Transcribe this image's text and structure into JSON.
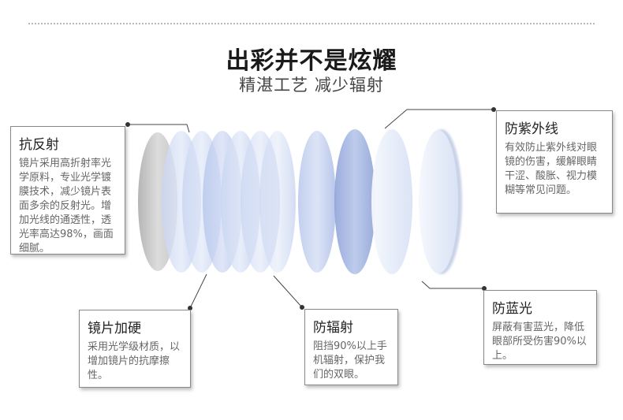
{
  "header": {
    "title": "出彩并不是炫耀",
    "subtitle": "精湛工艺  减少辐射"
  },
  "callouts": {
    "anti_reflection": {
      "title": "抗反射",
      "body": "镜片采用高折射率光学原料，专业光学镀膜技术，减少镜片表面多余的反射光。增加光线的通透性，透光率高达98%，画面细腻。"
    },
    "uv": {
      "title": "防紫外线",
      "body": "有效防止紫外线对眼镜的伤害，缓解眼睛干涩、酸胀、视力模糊等常见问题。"
    },
    "hardening": {
      "title": "镜片加硬",
      "body": "采用光学级材质，以增加镜片的抗摩擦性。"
    },
    "radiation": {
      "title": "防辐射",
      "body": "阻挡90%以上手机辐射，保护我们的双眼。"
    },
    "blue_light": {
      "title": "防蓝光",
      "body": "屏蔽有害蓝光，降低眼部所受伤害90%以上。"
    }
  },
  "colors": {
    "background": "#ffffff",
    "border": "#888888",
    "title": "#1a1a1a",
    "line": "#444444",
    "lens_grey": "#c9c9c9",
    "lens_blue": "#aebfe6",
    "lens_deep_blue": "#98abdc",
    "lens_clear": "#eef3fb"
  }
}
